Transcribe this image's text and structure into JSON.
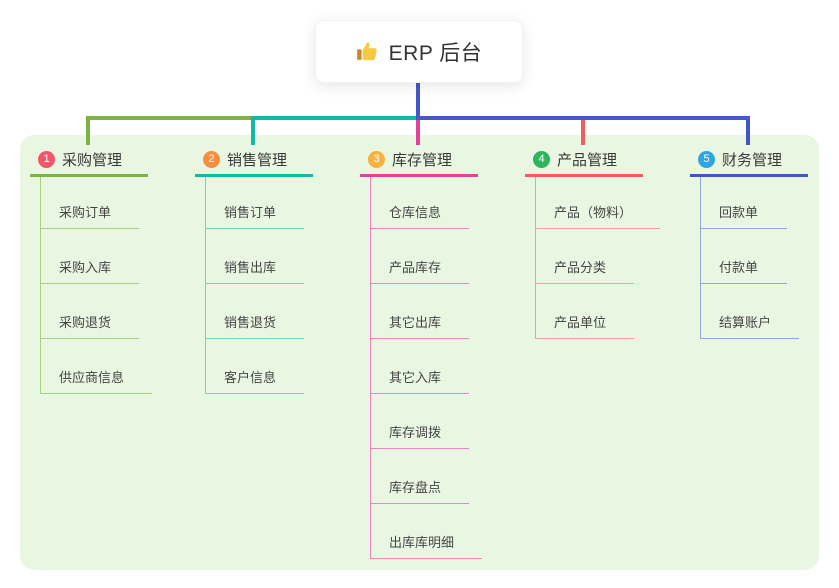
{
  "root": {
    "title": "ERP 后台",
    "icon": "thumbs-up"
  },
  "branches": [
    {
      "badge": "1",
      "label": "采购管理",
      "badge_color": "#f2566b",
      "line_color": "#7cb342",
      "child_line_color": "#a9d184",
      "children": [
        "采购订单",
        "采购入库",
        "采购退货",
        "供应商信息"
      ]
    },
    {
      "badge": "2",
      "label": "销售管理",
      "badge_color": "#f78d3f",
      "line_color": "#14b8a6",
      "child_line_color": "#76cfc3",
      "children": [
        "销售订单",
        "销售出库",
        "销售退货",
        "客户信息"
      ]
    },
    {
      "badge": "3",
      "label": "库存管理",
      "badge_color": "#f7b13c",
      "line_color": "#e0449a",
      "child_line_color": "#ee86bf",
      "children": [
        "仓库信息",
        "产品库存",
        "其它出库",
        "其它入库",
        "库存调拨",
        "库存盘点",
        "出库库明细"
      ]
    },
    {
      "badge": "4",
      "label": "产品管理",
      "badge_color": "#2eb45f",
      "line_color": "#f25c5c",
      "child_line_color": "#f79c9c",
      "children": [
        "产品（物料）",
        "产品分类",
        "产品单位"
      ]
    },
    {
      "badge": "5",
      "label": "财务管理",
      "badge_color": "#2ea5e4",
      "line_color": "#4155c4",
      "child_line_color": "#93a8dd",
      "children": [
        "回款单",
        "付款单",
        "结算账户"
      ]
    }
  ],
  "colors": {
    "root_connector": "#4657c8",
    "panel_background": "#e9f6e2"
  }
}
